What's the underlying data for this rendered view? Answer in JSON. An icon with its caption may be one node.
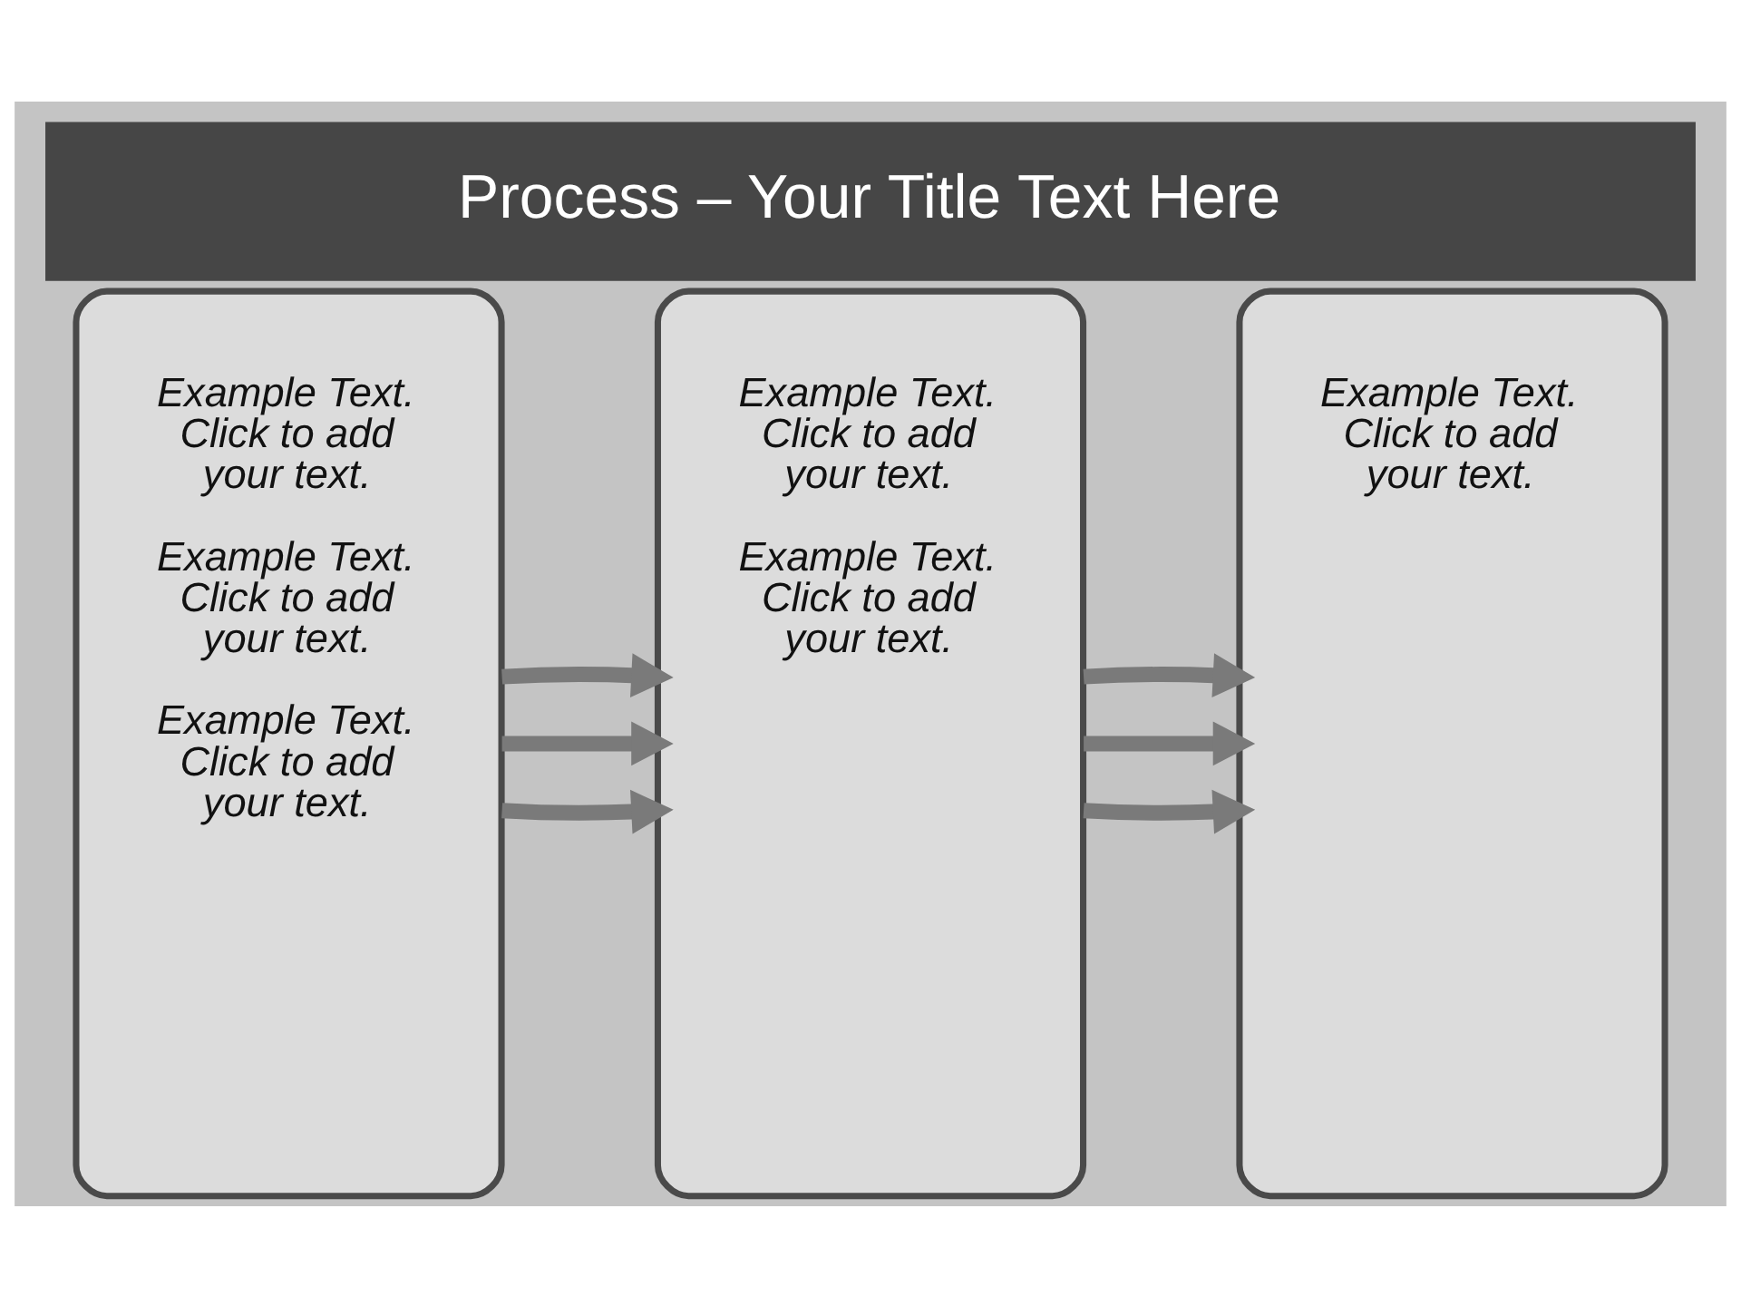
{
  "diagram": {
    "title": "Process – Your Title Text Here",
    "nodes": [
      {
        "text": [
          "Example Text. Click to add your text.",
          "Example Text. Click to add your text.",
          "Example Text. Click to add your text."
        ]
      },
      {
        "text": [
          "Example Text. Click to add your text.",
          "Example Text. Click to add your text."
        ]
      },
      {
        "text": [
          "Example Text. Click to add your text."
        ]
      }
    ],
    "edges": [
      {
        "from": 0,
        "to": 1,
        "arrow": "to"
      },
      {
        "from": 0,
        "to": 1,
        "arrow": "to"
      },
      {
        "from": 0,
        "to": 1,
        "arrow": "to"
      },
      {
        "from": 1,
        "to": 2,
        "arrow": "to"
      },
      {
        "from": 1,
        "to": 2,
        "arrow": "to"
      },
      {
        "from": 1,
        "to": 2,
        "arrow": "to"
      }
    ]
  }
}
